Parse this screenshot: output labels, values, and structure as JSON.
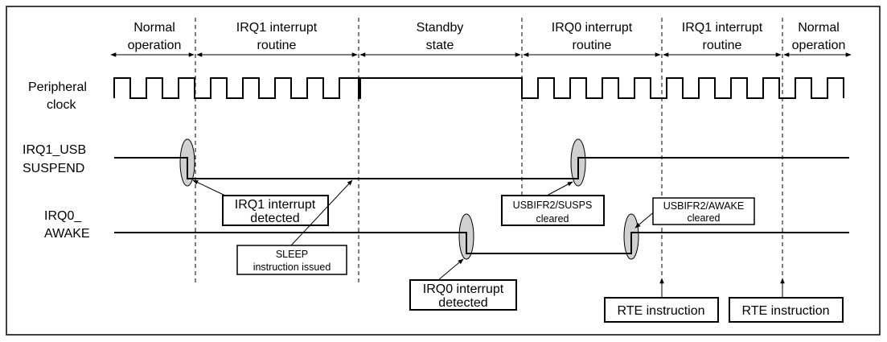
{
  "phases": [
    {
      "line1": "Normal",
      "line2": "operation"
    },
    {
      "line1": "IRQ1 interrupt",
      "line2": "routine"
    },
    {
      "line1": "Standby",
      "line2": "state"
    },
    {
      "line1": "IRQ0 interrupt",
      "line2": "routine"
    },
    {
      "line1": "IRQ1 interrupt",
      "line2": "routine"
    },
    {
      "line1": "Normal",
      "line2": "operation"
    }
  ],
  "signals": {
    "clock": {
      "line1": "Peripheral",
      "line2": "clock"
    },
    "irq1": {
      "line1": "IRQ1_USB",
      "line2": "SUSPEND"
    },
    "irq0": {
      "line1": "IRQ0_",
      "line2": "AWAKE"
    }
  },
  "annotations": {
    "irq1_detected": {
      "line1": "IRQ1 interrupt",
      "line2": "detected"
    },
    "sleep": {
      "line1": "SLEEP",
      "line2": "instruction issued"
    },
    "irq0_detected": {
      "line1": "IRQ0 interrupt",
      "line2": "detected"
    },
    "susps_cleared": {
      "line1": "USBIFR2/SUSPS",
      "line2": "cleared"
    },
    "awake_cleared": {
      "line1": "USBIFR2/AWAKE",
      "line2": "cleared"
    },
    "rte1": "RTE instruction",
    "rte2": "RTE instruction"
  }
}
